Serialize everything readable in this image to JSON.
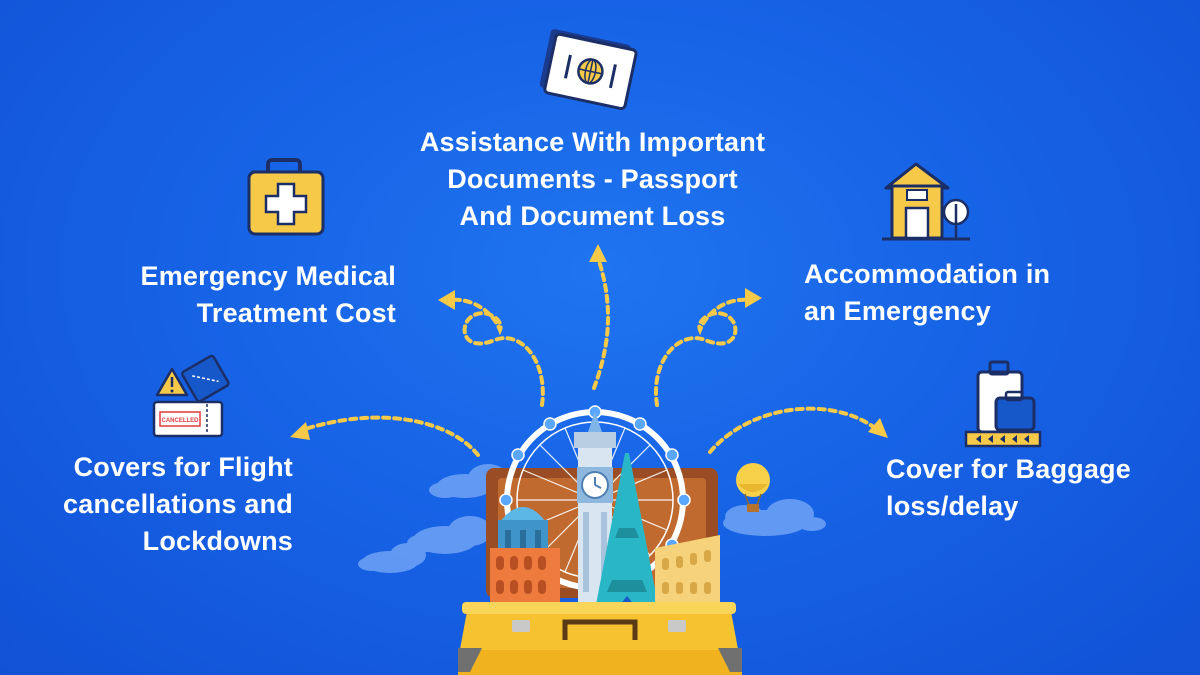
{
  "features": {
    "documents": {
      "lines": [
        "Assistance With Important",
        "Documents - Passport",
        "And Document Loss"
      ],
      "icon": "passport-icon"
    },
    "medical": {
      "lines": [
        "Emergency Medical",
        "Treatment Cost"
      ],
      "icon": "first-aid-kit-icon"
    },
    "accommodation": {
      "lines": [
        "Accommodation in",
        "an Emergency"
      ],
      "icon": "house-icon"
    },
    "flight": {
      "lines": [
        "Covers for Flight",
        "cancellations and",
        "Lockdowns"
      ],
      "icon": "cancelled-ticket-icon",
      "ticket_text": "CANCELLED"
    },
    "baggage": {
      "lines": [
        "Cover for Baggage",
        "loss/delay"
      ],
      "icon": "luggage-belt-icon"
    }
  },
  "illustration": {
    "name": "open-suitcase-landmarks-illustration"
  },
  "colors": {
    "background": "#1763e6",
    "arrow": "#f7c948",
    "suitcase": "#f6c230",
    "text": "#ffffff"
  }
}
